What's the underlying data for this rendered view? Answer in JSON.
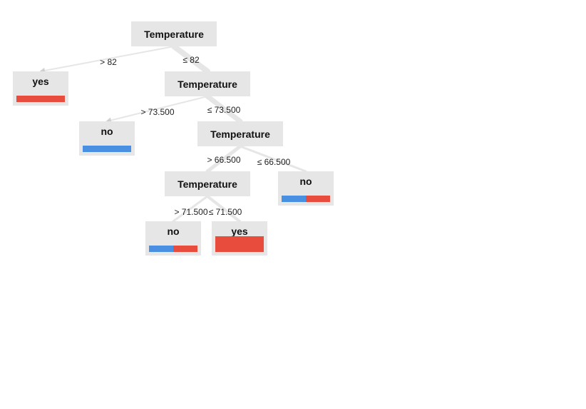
{
  "colors": {
    "background": "#ffffff",
    "node_fill": "#e6e6e6",
    "edge": "#e6e6e6",
    "class_no": "#4a90e2",
    "class_yes": "#e84c3d"
  },
  "tree": {
    "nodes": [
      {
        "id": "n0",
        "kind": "split",
        "label": "Temperature"
      },
      {
        "id": "n1",
        "kind": "leaf",
        "label": "yes",
        "dist": {
          "no": 0,
          "yes": 1
        }
      },
      {
        "id": "n2",
        "kind": "split",
        "label": "Temperature"
      },
      {
        "id": "n3",
        "kind": "leaf",
        "label": "no",
        "dist": {
          "no": 1,
          "yes": 0
        }
      },
      {
        "id": "n4",
        "kind": "split",
        "label": "Temperature"
      },
      {
        "id": "n5",
        "kind": "split",
        "label": "Temperature"
      },
      {
        "id": "n6",
        "kind": "leaf",
        "label": "no",
        "dist": {
          "no": 0.5,
          "yes": 0.5
        }
      },
      {
        "id": "n7",
        "kind": "leaf",
        "label": "no",
        "dist": {
          "no": 0.5,
          "yes": 0.5
        }
      },
      {
        "id": "n8",
        "kind": "leaf",
        "label": "yes",
        "dist": {
          "no": 0,
          "yes": 1
        }
      }
    ],
    "edges": [
      {
        "from": "n0",
        "to": "n1",
        "label": "> 82"
      },
      {
        "from": "n0",
        "to": "n2",
        "label": "≤ 82"
      },
      {
        "from": "n2",
        "to": "n3",
        "label": "> 73.500"
      },
      {
        "from": "n2",
        "to": "n4",
        "label": "≤ 73.500"
      },
      {
        "from": "n4",
        "to": "n5",
        "label": "> 66.500"
      },
      {
        "from": "n4",
        "to": "n6",
        "label": "≤ 66.500"
      },
      {
        "from": "n5",
        "to": "n7",
        "label": "> 71.500"
      },
      {
        "from": "n5",
        "to": "n8",
        "label": "≤ 71.500"
      }
    ]
  }
}
